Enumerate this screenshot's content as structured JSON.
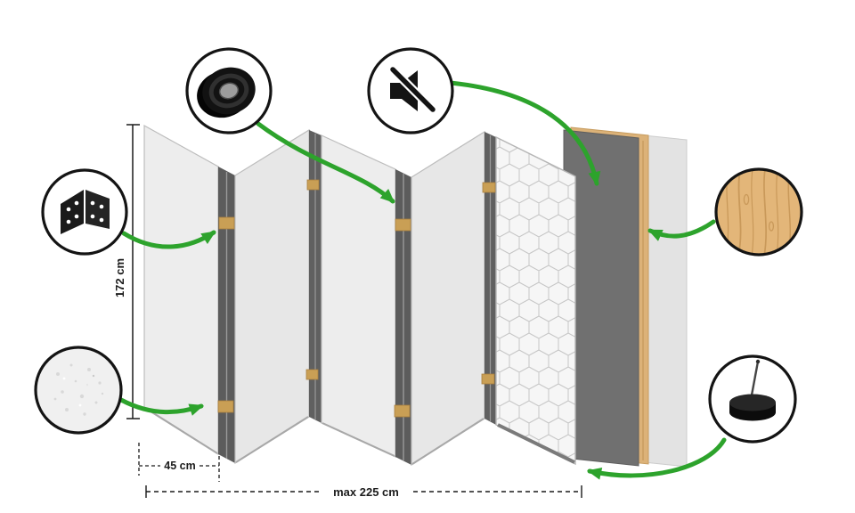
{
  "diagram": {
    "subject": "folding-room-divider-product-diagram",
    "dimensions": {
      "height_label": "172 cm",
      "panel_width_label": "45 cm",
      "total_width_label": "max 225 cm"
    },
    "features": [
      {
        "id": "hinge",
        "icon": "hinge-icon"
      },
      {
        "id": "adhesive-tape",
        "icon": "tape-roll-icon"
      },
      {
        "id": "sound-dampening",
        "icon": "muted-speaker-icon"
      },
      {
        "id": "nonwoven-fabric",
        "icon": "fabric-texture-icon"
      },
      {
        "id": "pine-wood",
        "icon": "wood-texture-icon"
      },
      {
        "id": "felt-pad",
        "icon": "felt-pad-icon"
      }
    ],
    "colors": {
      "arrow_green": "#2da32c",
      "panel_light": "#ececec",
      "panel_edge_dark": "#5c5c5c",
      "dark_layer": "#707070",
      "wood": "#ddb278",
      "hinge_clip": "#c99f55",
      "outline_black": "#141414"
    }
  }
}
